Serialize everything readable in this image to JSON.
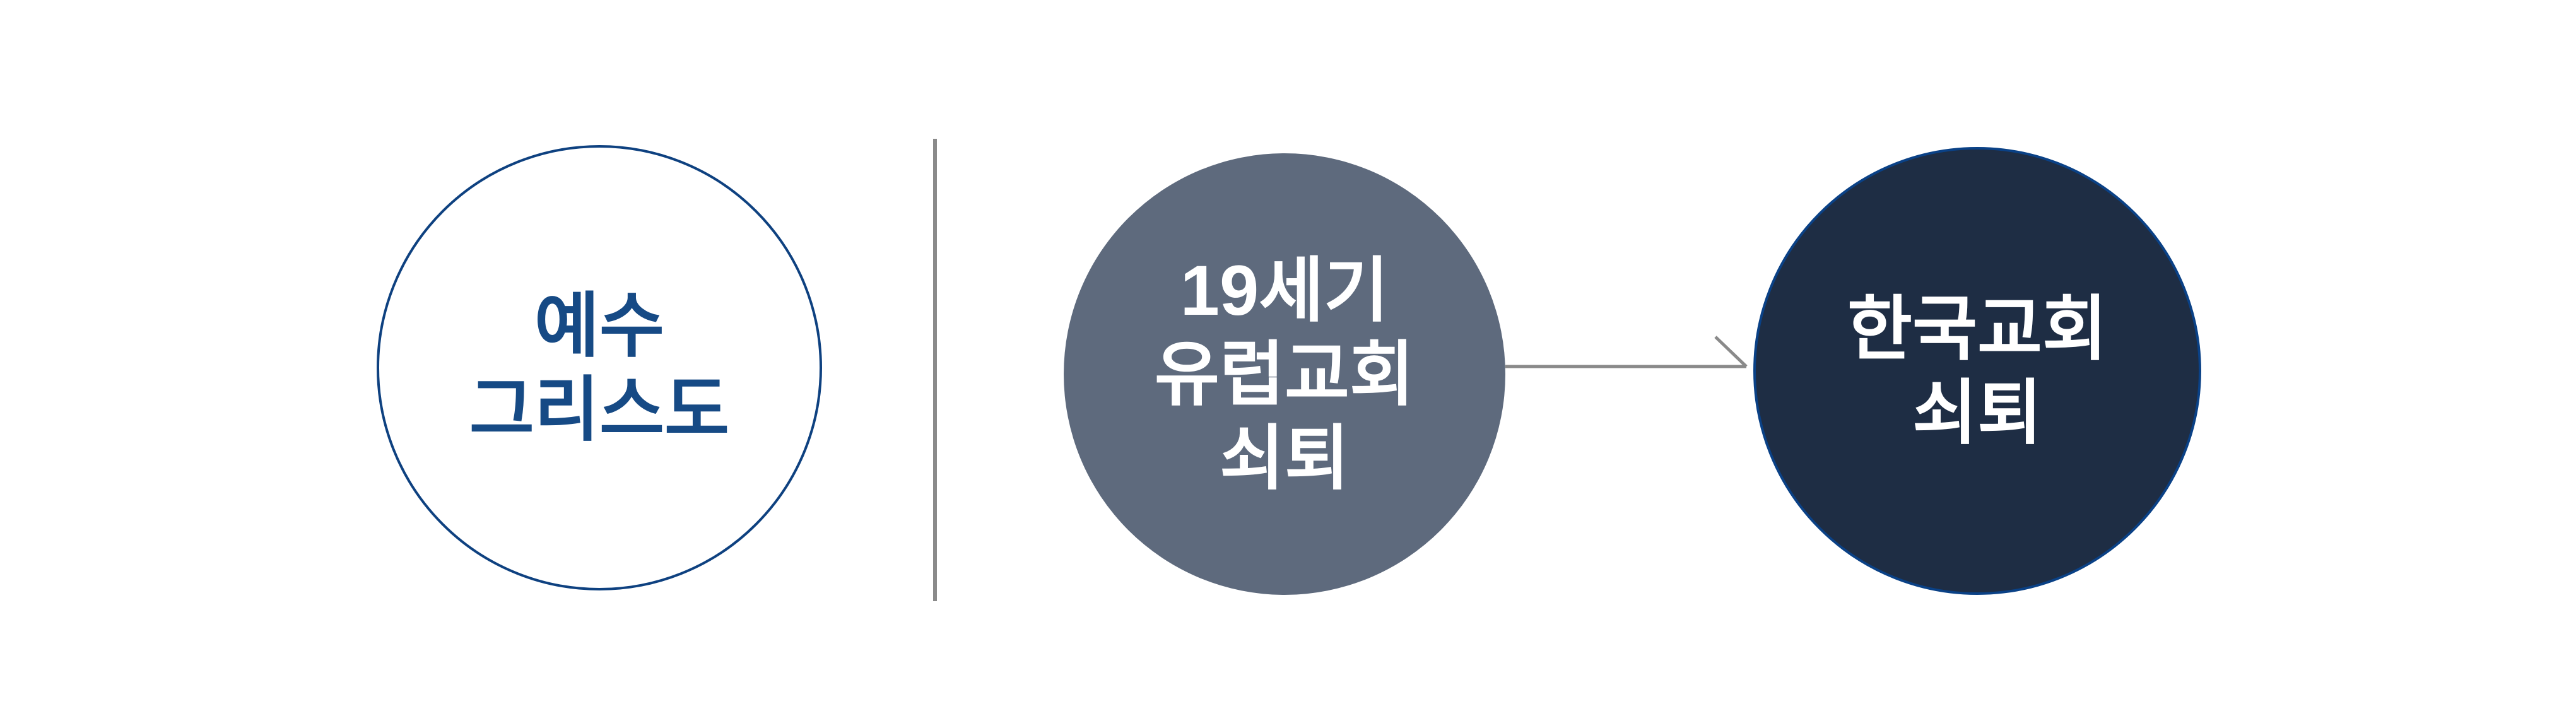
{
  "slide": {
    "background_color": "#ffffff",
    "left_section": {
      "jesus_circle": {
        "line1": "예수",
        "line2": "그리스도",
        "fill_color": "#ffffff",
        "border_color": "#0e4180",
        "text_color": "#164a85"
      }
    },
    "divider": {
      "color": "#8a8a8a"
    },
    "right_section": {
      "cause_circle": {
        "line1": "19세기",
        "line2": "유럽교회",
        "line3": "쇠퇴",
        "fill_color": "#5e6a7d",
        "text_color": "#ffffff"
      },
      "arrow": {
        "color": "#8a8a8a",
        "direction": "right"
      },
      "effect_circle": {
        "line1": "한국교회",
        "line2": "쇠퇴",
        "fill_color": "#1e2d44",
        "border_color": "#0a4186",
        "text_color": "#ffffff"
      }
    }
  }
}
